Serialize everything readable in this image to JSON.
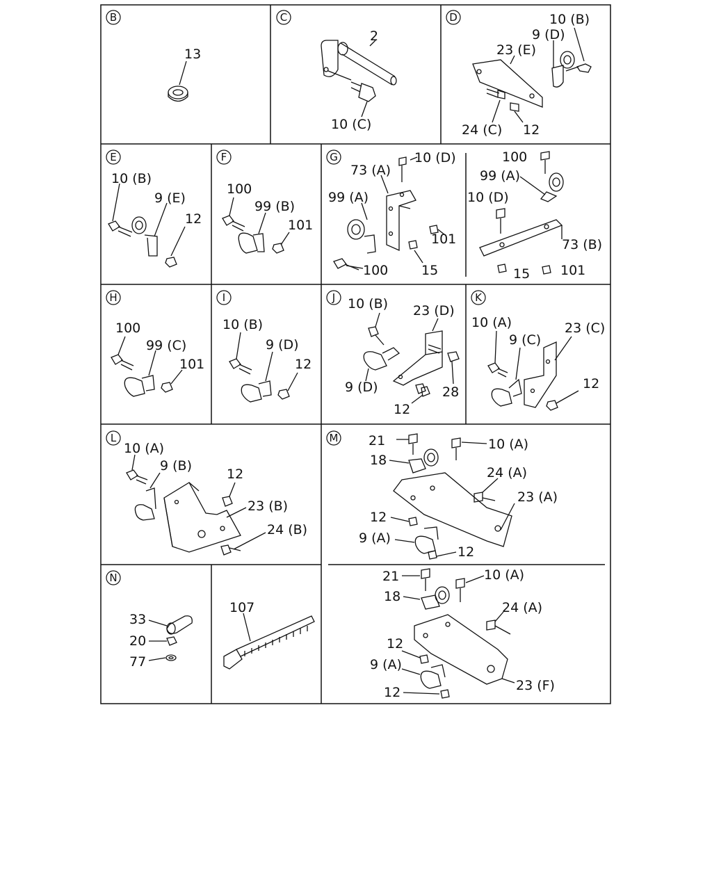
{
  "panels": {
    "B": {
      "letter": "B",
      "labels": [
        "13"
      ]
    },
    "C": {
      "letter": "C",
      "labels": [
        "2",
        "10 (C)"
      ]
    },
    "D": {
      "letter": "D",
      "labels": [
        "10 (B)",
        "9 (D)",
        "23 (E)",
        "24 (C)",
        "12"
      ]
    },
    "E": {
      "letter": "E",
      "labels": [
        "10 (B)",
        "9 (E)",
        "12"
      ]
    },
    "F": {
      "letter": "F",
      "labels": [
        "100",
        "99 (B)",
        "101"
      ]
    },
    "G": {
      "letter": "G",
      "labels": [
        "73 (A)",
        "10 (D)",
        "99 (A)",
        "101",
        "100",
        "15",
        "100",
        "99 (A)",
        "10 (D)",
        "73 (B)",
        "15",
        "101"
      ]
    },
    "H": {
      "letter": "H",
      "labels": [
        "100",
        "99 (C)",
        "101"
      ]
    },
    "I": {
      "letter": "I",
      "labels": [
        "10 (B)",
        "9 (D)",
        "12"
      ]
    },
    "J": {
      "letter": "J",
      "labels": [
        "10 (B)",
        "23 (D)",
        "9 (D)",
        "28",
        "12"
      ]
    },
    "K": {
      "letter": "K",
      "labels": [
        "10 (A)",
        "23 (C)",
        "9 (C)",
        "12"
      ]
    },
    "L": {
      "letter": "L",
      "labels": [
        "10 (A)",
        "9 (B)",
        "12",
        "23 (B)",
        "24 (B)"
      ]
    },
    "M": {
      "letter": "M",
      "labels": [
        "21",
        "10 (A)",
        "18",
        "24 (A)",
        "23 (A)",
        "12",
        "9 (A)",
        "12",
        "21",
        "10 (A)",
        "18",
        "24 (A)",
        "12",
        "9 (A)",
        "23 (F)",
        "12"
      ]
    },
    "N": {
      "letter": "N",
      "labels": [
        "33",
        "20",
        "77",
        "107"
      ]
    }
  },
  "colors": {
    "ink": "#111111",
    "background": "#ffffff"
  }
}
